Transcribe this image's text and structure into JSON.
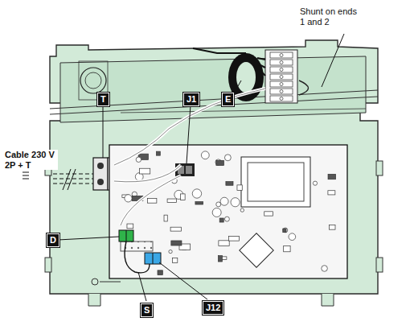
{
  "diagram": {
    "labels": [
      "T",
      "J1",
      "E",
      "Shunt on ends 1 and 2",
      "Cable 230 V 2P + T",
      "D",
      "S",
      "J12"
    ]
  }
}
